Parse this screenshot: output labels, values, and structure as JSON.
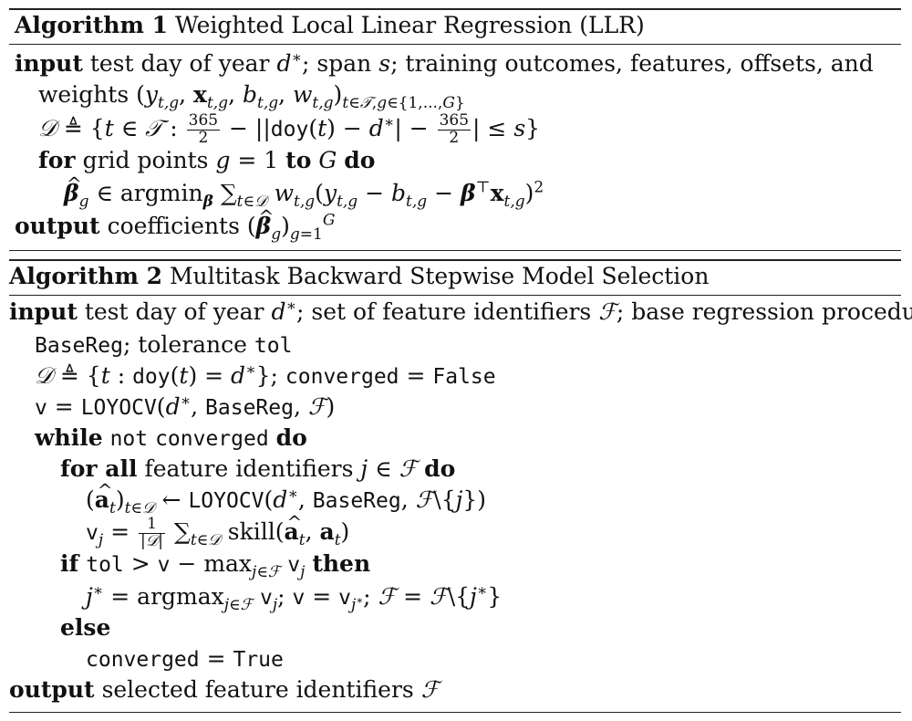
{
  "algorithm1": {
    "label": "Algorithm 1",
    "title": "Weighted Local Linear Regression (LLR)",
    "input_kw": "input",
    "input_text_a": "test day of year",
    "input_text_b": "; span",
    "input_text_c": "; training outcomes, features, offsets, and",
    "input_text_d": "weights",
    "for_kw": "for",
    "for_text": "grid points",
    "to_kw": "to",
    "do_kw": "do",
    "argmin": "argmin",
    "output_kw": "output",
    "output_text": "coefficients"
  },
  "algorithm2": {
    "label": "Algorithm 2",
    "title": "Multitask Backward Stepwise Model Selection",
    "input_kw": "input",
    "input_text_a": "test day of year",
    "input_text_b": "; set of feature identifiers",
    "input_text_c": "; base regression procedure",
    "basereg": "BaseReg",
    "tolerance_text": "; tolerance",
    "tol": "tol",
    "doy": "doy",
    "converged": "converged",
    "false_val": "False",
    "true_val": "True",
    "v": "v",
    "loyocv": "LOYOCV",
    "while_kw": "while",
    "not_text": "not",
    "do_kw": "do",
    "forall_kw": "for all",
    "forall_text": "feature identifiers",
    "skill": "skill",
    "if_kw": "if",
    "max": "max",
    "then_kw": "then",
    "argmax": "argmax",
    "else_kw": "else",
    "output_kw": "output",
    "output_text": "selected feature identifiers"
  }
}
